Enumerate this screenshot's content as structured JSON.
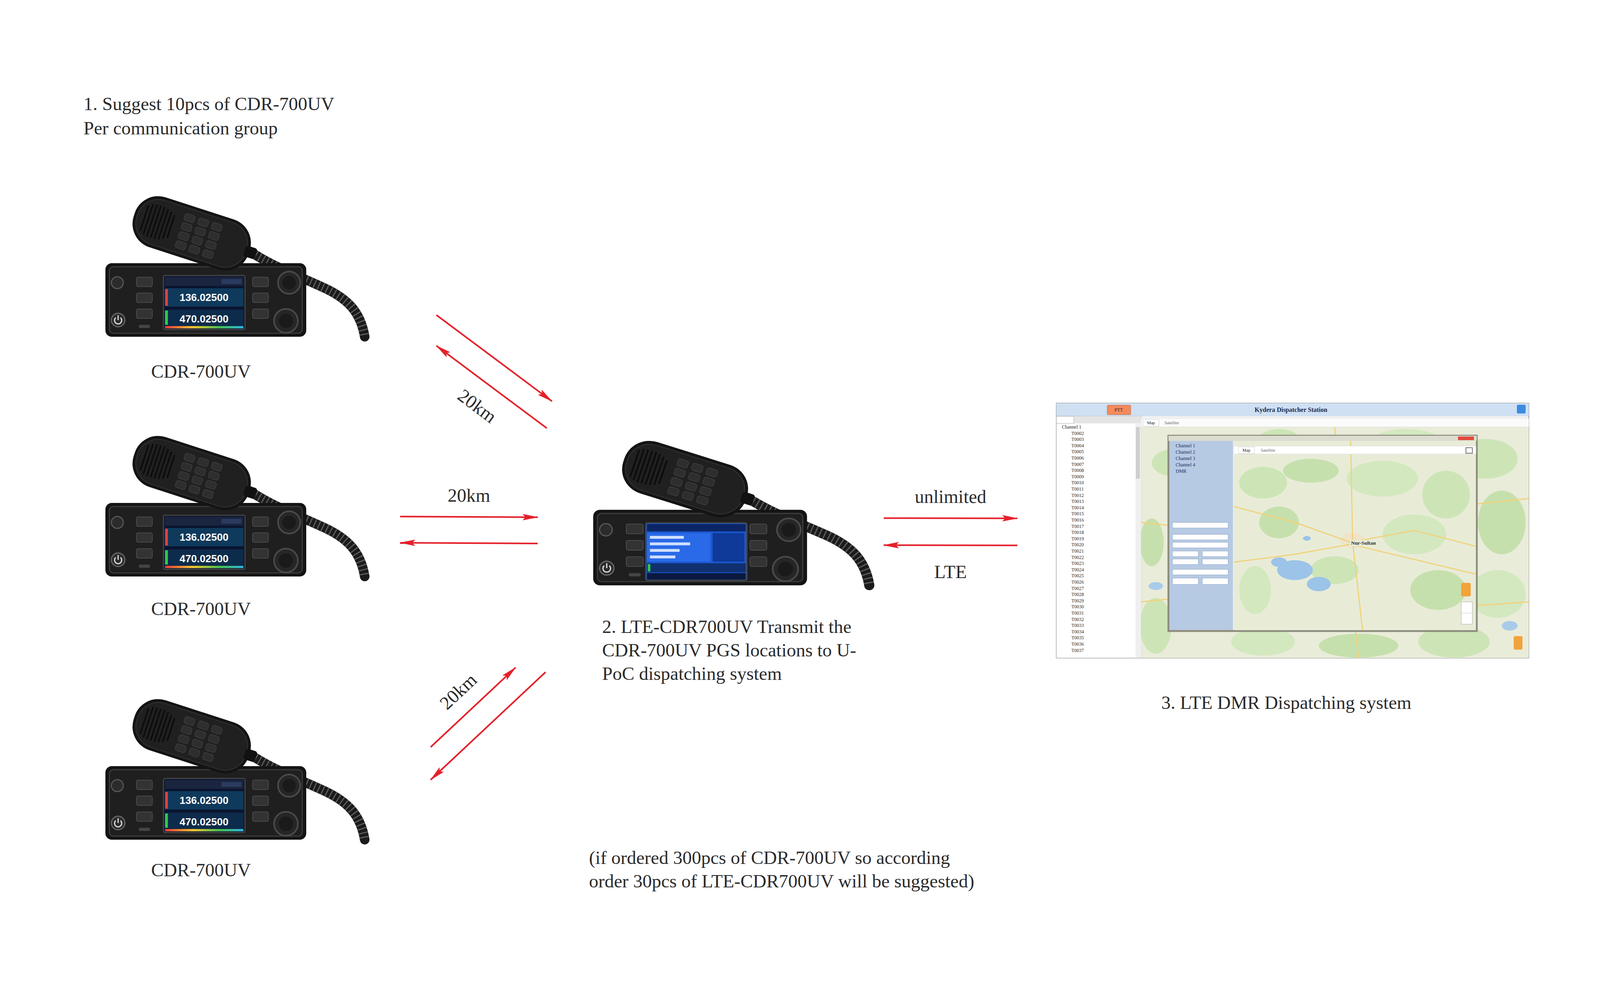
{
  "diagram": {
    "title": "1. Suggest 10pcs of CDR-700UV Per communication group",
    "caption": "(if ordered 300pcs of CDR-700UV so according order 30pcs of LTE-CDR700UV will be suggested)",
    "nodes": [
      {
        "text": [
          "CDR-700UV"
        ]
      },
      {
        "text": [
          "CDR-700UV"
        ]
      },
      {
        "text": [
          "CDR-700UV"
        ]
      },
      {
        "text": [
          "2. LTE-CDR700UV Transmit the CDR-700UV PGS locations to U-PoC dispatching system"
        ]
      },
      {
        "text": [
          "3. LTE DMR Dispatching system"
        ]
      }
    ],
    "edges": [
      {
        "from": 0,
        "to": 3,
        "arrow": "to"
      },
      {
        "from": 3,
        "to": 0,
        "arrow": "to",
        "label": "20km"
      },
      {
        "from": 1,
        "to": 3,
        "arrow": "to",
        "label": "20km"
      },
      {
        "from": 3,
        "to": 1,
        "arrow": "to"
      },
      {
        "from": 2,
        "to": 3,
        "arrow": "to",
        "label": "20km"
      },
      {
        "from": 3,
        "to": 2,
        "arrow": "to"
      },
      {
        "from": 3,
        "to": 4,
        "arrow": "to",
        "label": "unlimited"
      },
      {
        "from": 4,
        "to": 3,
        "arrow": "to",
        "label": "LTE"
      }
    ],
    "labels": [
      "136.02500",
      "470.02500",
      "136.02500",
      "470.02500",
      "136.02500",
      "470.02500",
      "Kydera Dispatcher Station",
      "PTT",
      "Map",
      "Satellite",
      "Channel 1",
      "Channel 2",
      "Channel 3",
      "Channel 4",
      "DMR",
      "Map",
      "Satellite",
      "Nur-Sultan",
      "Channel 1",
      "T0002",
      "T0003",
      "T0004",
      "T0005",
      "T0006",
      "T0007",
      "T0008",
      "T0009",
      "T0010",
      "T0011",
      "T0012",
      "T0013",
      "T0014",
      "T0015",
      "T0016",
      "T0017",
      "T0018",
      "T0019",
      "T0020",
      "T0021",
      "T0022",
      "T0023",
      "T0024",
      "T0025",
      "T0026",
      "T0027",
      "T0028",
      "T0029",
      "T0030",
      "T0031",
      "T0032",
      "T0033",
      "T0034",
      "T0035",
      "T0036",
      "T0037"
    ]
  }
}
